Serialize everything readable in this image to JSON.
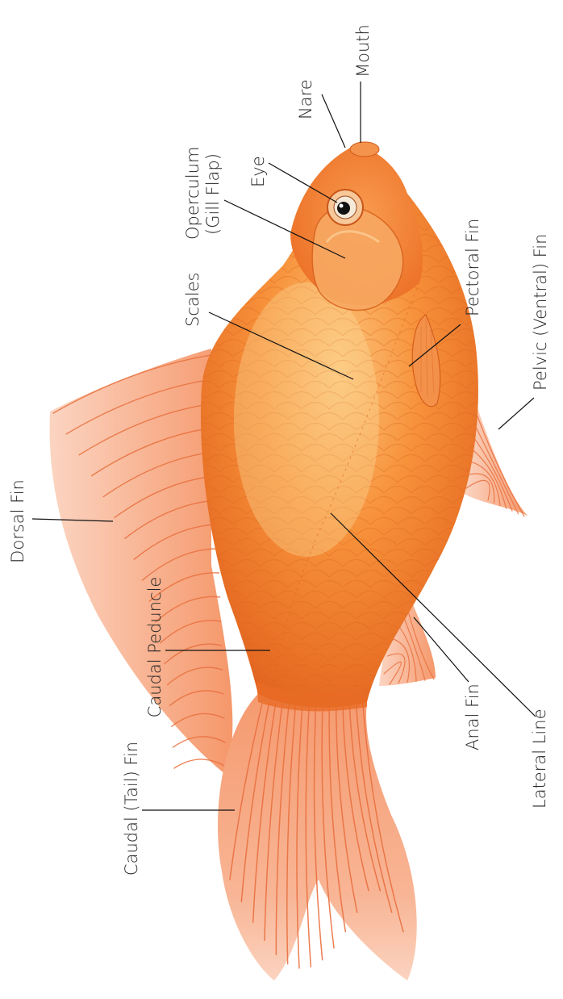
{
  "diagram": {
    "colors": {
      "body": "#f47a2a",
      "body_light": "#fbb869",
      "body_dark": "#dd5f1c",
      "fin": "#f6a17b",
      "fin_ray": "#e86a38",
      "leader": "#111111",
      "text": "#222222"
    },
    "labels": {
      "mouth": "Mouth",
      "nare": "Nare",
      "eye": "Eye",
      "operculum_line1": "Operculum",
      "operculum_line2": "(Gill Flap)",
      "scales": "Scales",
      "pectoral_fin": "Pectoral Fin",
      "pelvic_fin": "Pelvic (Ventral) Fin",
      "dorsal_fin": "Dorsal Fin",
      "caudal_peduncle": "Caudal Peduncle",
      "caudal_fin": "Caudal (Tail) Fin",
      "anal_fin": "Anal Fin",
      "lateral_line": "Lateral Line"
    }
  }
}
